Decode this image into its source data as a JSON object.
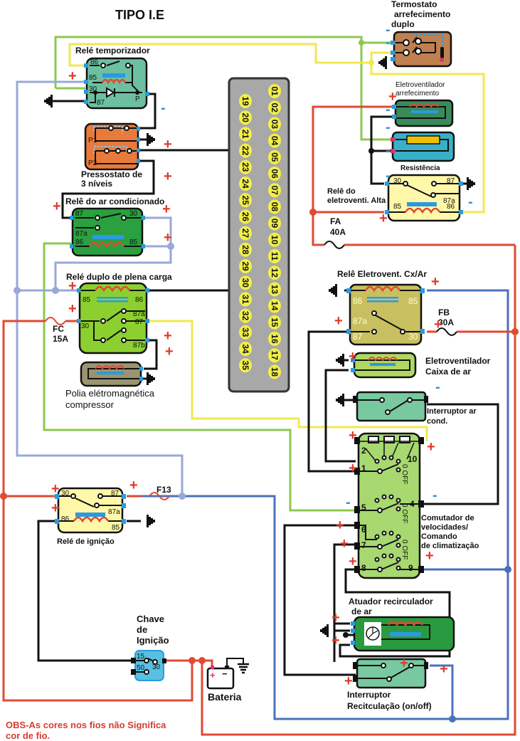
{
  "title": "TIPO I.E",
  "colors": {
    "wire_red": "#e04a33",
    "wire_blue": "#4a72b8",
    "wire_lavender": "#98a8d8",
    "wire_green": "#8cc850",
    "wire_yellow": "#f0e850",
    "wire_black": "#111111",
    "terminal_blue": "#2b9ae0",
    "plus_red": "#e03a2a",
    "minus_blue": "#3b8fd1",
    "connector_gray": "#a8a8a8",
    "pin_yellow": "#f2ef4a"
  },
  "components": {
    "timer_relay": {
      "label": "Relé temporizador",
      "pins": [
        "86",
        "85",
        "30",
        "87",
        "P"
      ]
    },
    "pressostat": {
      "label_line1": "Pressostato de",
      "label_line2": "3 níveis",
      "pins": [
        "P1",
        "P2"
      ]
    },
    "ac_relay": {
      "label": "Relê do ar condicionado",
      "pins": [
        "87",
        "30",
        "87a",
        "86",
        "85"
      ]
    },
    "full_load_relay": {
      "label": "Relé duplo de plena carga",
      "pins": [
        "85",
        "86",
        "30",
        "87a",
        "87",
        "87b"
      ]
    },
    "compressor_pulley": {
      "label_line1": "Polia elétromagnética",
      "label_line2": "compressor"
    },
    "ignition_relay": {
      "label": "Relé de ignição",
      "pins": [
        "30",
        "87",
        "87a",
        "86",
        "85"
      ]
    },
    "ignition_key": {
      "label_line1": "Chave",
      "label_line2": "de",
      "label_line3": "Ignição",
      "pins": [
        "15",
        "50",
        "30"
      ]
    },
    "battery": {
      "label": "Bateria",
      "plus": "+",
      "minus": "−"
    },
    "thermostat": {
      "label_line1": "Termostato",
      "label_line2": "arrefecimento",
      "label_line3": "duplo"
    },
    "cooling_fan": {
      "label_line1": "Eletroventilador",
      "label_line2": "arrefecimento"
    },
    "resistor": {
      "label": "Resistência"
    },
    "fan_high_relay": {
      "label_line1": "Relê do",
      "label_line2": "eletroventi. Alta",
      "pins": [
        "30",
        "87",
        "87a",
        "85",
        "86"
      ]
    },
    "box_fan_relay": {
      "label": "Relê Eletrovent. Cx/Ar",
      "pins": [
        "86",
        "85",
        "87a",
        "87",
        "30"
      ]
    },
    "box_fan": {
      "label_line1": "Eletroventilador",
      "label_line2": "Caixa de ar"
    },
    "ac_switch": {
      "label_line1": "Interruptor ar",
      "label_line2": "cond."
    },
    "speed_selector": {
      "label_line1": "Comutador de",
      "label_line2": "velocidades/",
      "label_line3": "Comando",
      "label_line4": "de climatização",
      "terminals": [
        "2",
        "1",
        "10",
        "5",
        "4",
        "6",
        "7",
        "8",
        "9"
      ],
      "off_label": "0 OFF"
    },
    "recirc_actuator": {
      "label_line1": "Atuador recirculador",
      "label_line2": "de ar"
    },
    "recirc_switch": {
      "label_line1": "Interruptor",
      "label_line2": "Recitculação (on/off)"
    }
  },
  "fuses": {
    "fa": {
      "name": "FA",
      "rating": "40A"
    },
    "fb": {
      "name": "FB",
      "rating": "30A"
    },
    "fc": {
      "name": "FC",
      "rating": "15A"
    },
    "f13": {
      "name": "F13"
    }
  },
  "ecu_connector": {
    "left_column": [
      "19",
      "20",
      "21",
      "22",
      "23",
      "24",
      "25",
      "26",
      "27",
      "28",
      "29",
      "30",
      "31",
      "32",
      "33",
      "34",
      "35"
    ],
    "right_column": [
      "01",
      "02",
      "03",
      "04",
      "05",
      "06",
      "07",
      "08",
      "09",
      "10",
      "11",
      "12",
      "13",
      "14",
      "15",
      "16",
      "17",
      "18"
    ]
  },
  "polarity": {
    "plus": "+",
    "minus": "-"
  },
  "note_line1": "OBS-As cores nos fios não Significa",
  "note_line2": "cor de fio."
}
